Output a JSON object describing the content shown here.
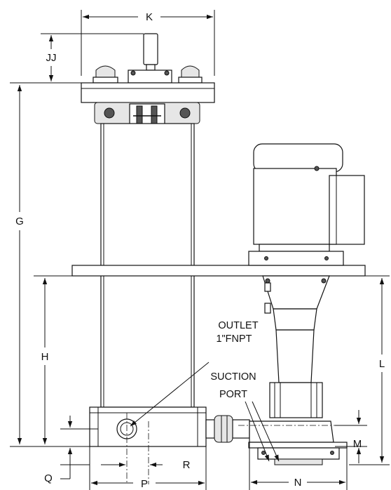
{
  "dimensions": {
    "K": "K",
    "JJ": "JJ",
    "G": "G",
    "H": "H",
    "L": "L",
    "M": "M",
    "N": "N",
    "P": "P",
    "Q": "Q",
    "R": "R"
  },
  "callouts": {
    "outlet_line1": "OUTLET",
    "outlet_line2": "1\"FNPT",
    "suction_line1": "SUCTION",
    "suction_line2": "PORT"
  }
}
